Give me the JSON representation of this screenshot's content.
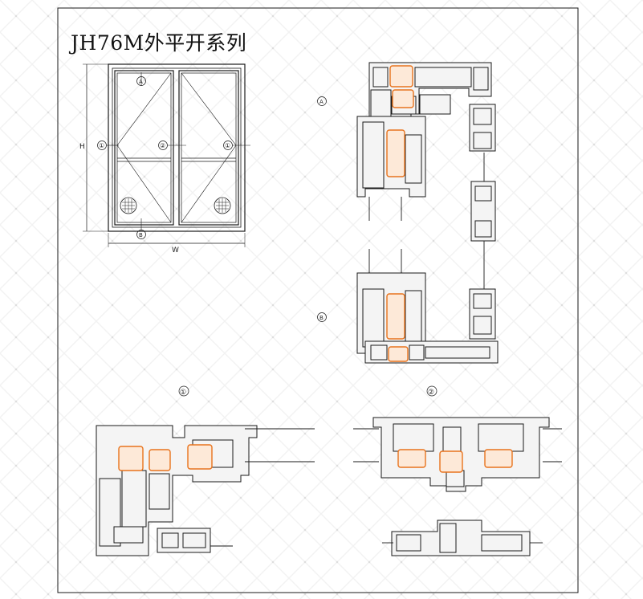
{
  "title": "JH76M外平开系列",
  "elevation": {
    "dim_height": "H",
    "dim_width": "W",
    "callouts": [
      "A",
      "①",
      "②",
      "①",
      "B"
    ]
  },
  "vertical_section": {
    "callouts": [
      "A",
      "B"
    ]
  },
  "horizontal_sections": [
    {
      "label": "①"
    },
    {
      "label": "②"
    }
  ],
  "colors": {
    "line": "#1a1a1a",
    "thermal_break": "#e8731d",
    "profile_fill": "#f4f4f4",
    "frame_border": "#1a1a1a",
    "background": "#ffffff"
  }
}
